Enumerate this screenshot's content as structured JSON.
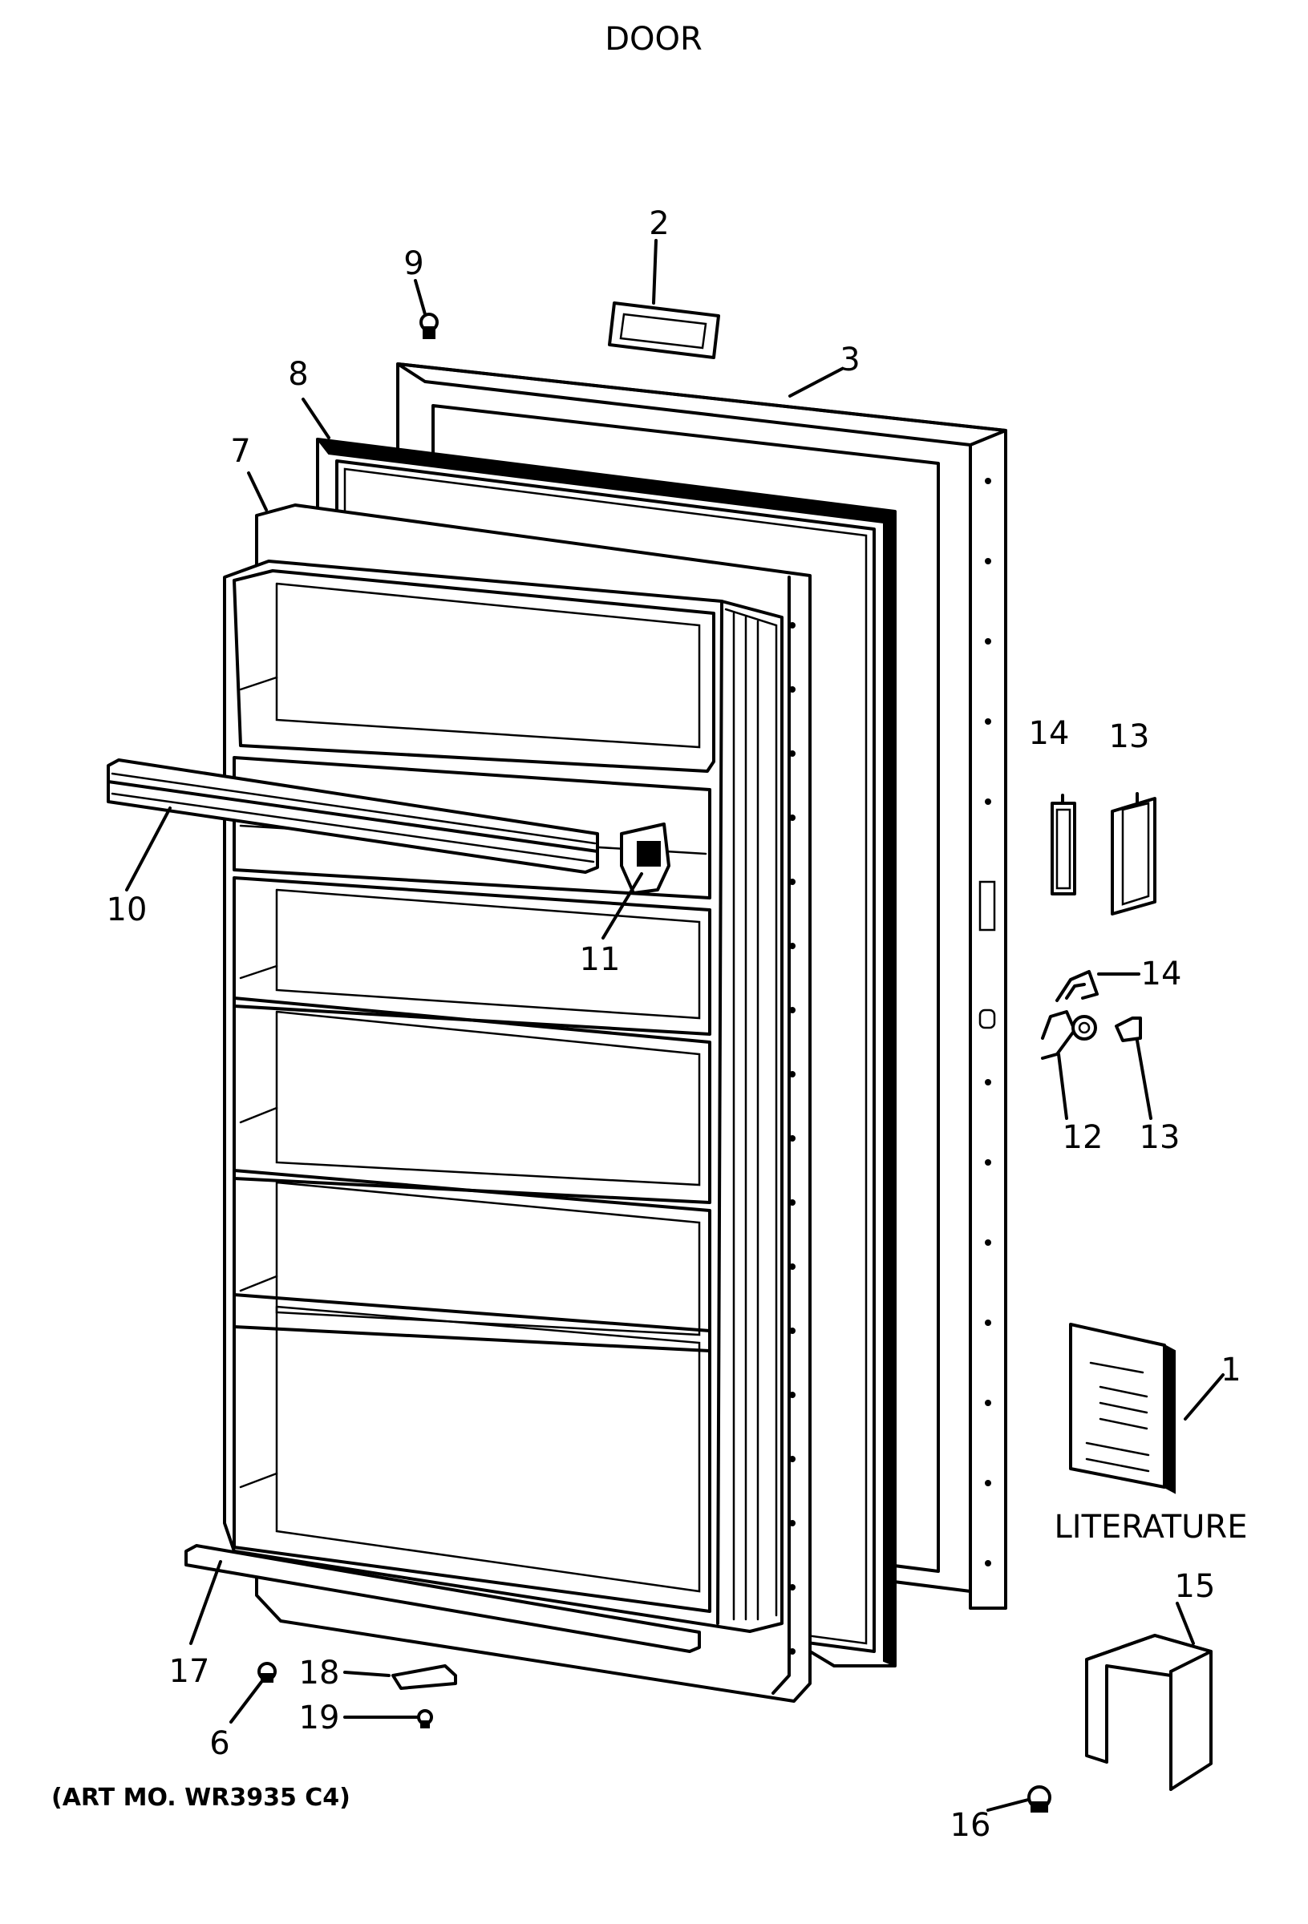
{
  "title": "DOOR",
  "art_number": "(ART MO. WR3935 C4)",
  "literature_label": "LITERATURE",
  "callouts": {
    "c1": "1",
    "c2": "2",
    "c3": "3",
    "c6": "6",
    "c7": "7",
    "c8": "8",
    "c9": "9",
    "c10": "10",
    "c11": "11",
    "c12": "12",
    "c13a": "13",
    "c13b": "13",
    "c14a": "14",
    "c14b": "14",
    "c15": "15",
    "c16": "16",
    "c17": "17",
    "c18": "18",
    "c19": "19"
  }
}
